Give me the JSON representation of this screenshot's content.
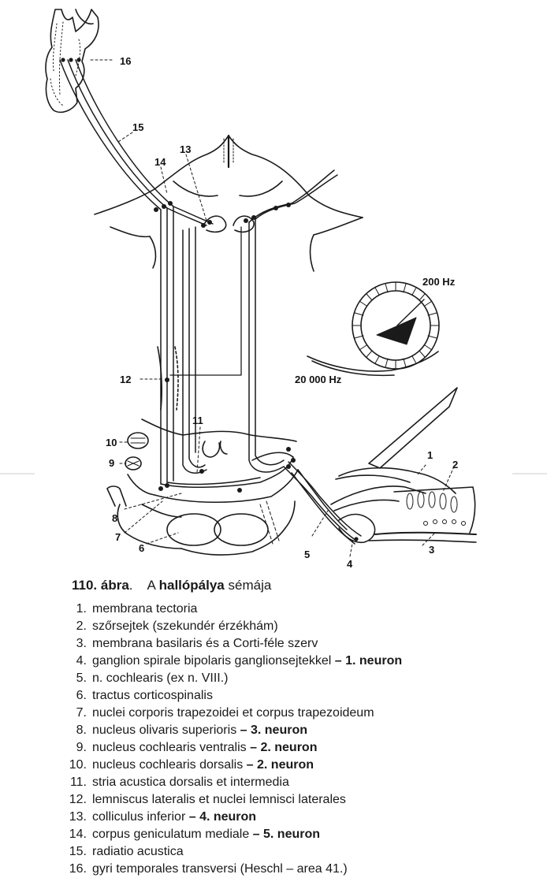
{
  "figure": {
    "labels": [
      "1",
      "2",
      "3",
      "4",
      "5",
      "6",
      "7",
      "8",
      "9",
      "10",
      "11",
      "12",
      "13",
      "14",
      "15",
      "16"
    ],
    "freq_low": "200 Hz",
    "freq_high": "20 000 Hz"
  },
  "caption": {
    "number": "110. ábra",
    "prefix": "A",
    "keyword": "hallópálya",
    "suffix": "sémája"
  },
  "legend": [
    {
      "n": "1.",
      "text": "membrana tectoria",
      "neuron": ""
    },
    {
      "n": "2.",
      "text": "szőrsejtek (szekundér érzékhám)",
      "neuron": ""
    },
    {
      "n": "3.",
      "text": "membrana basilaris és a Corti-féle szerv",
      "neuron": ""
    },
    {
      "n": "4.",
      "text": "ganglion spirale bipolaris ganglionsejtekkel",
      "neuron": "– 1. neuron"
    },
    {
      "n": "5.",
      "text": "n. cochlearis (ex n. VIII.)",
      "neuron": ""
    },
    {
      "n": "6.",
      "text": "tractus corticospinalis",
      "neuron": ""
    },
    {
      "n": "7.",
      "text": "nuclei corporis trapezoidei et corpus trapezoideum",
      "neuron": ""
    },
    {
      "n": "8.",
      "text": "nucleus olivaris superioris",
      "neuron": "– 3. neuron"
    },
    {
      "n": "9.",
      "text": "nucleus cochlearis ventralis",
      "neuron": "– 2. neuron"
    },
    {
      "n": "10.",
      "text": "nucleus cochlearis dorsalis",
      "neuron": "– 2. neuron"
    },
    {
      "n": "11.",
      "text": "stria acustica dorsalis et intermedia",
      "neuron": ""
    },
    {
      "n": "12.",
      "text": "lemniscus lateralis et nuclei lemnisci laterales",
      "neuron": ""
    },
    {
      "n": "13.",
      "text": "colliculus inferior",
      "neuron": "– 4. neuron"
    },
    {
      "n": "14.",
      "text": "corpus geniculatum mediale",
      "neuron": "– 5. neuron"
    },
    {
      "n": "15.",
      "text": "radiatio acustica",
      "neuron": ""
    },
    {
      "n": "16.",
      "text": "gyri temporales transversi (Heschl – area 41.)",
      "neuron": ""
    }
  ]
}
